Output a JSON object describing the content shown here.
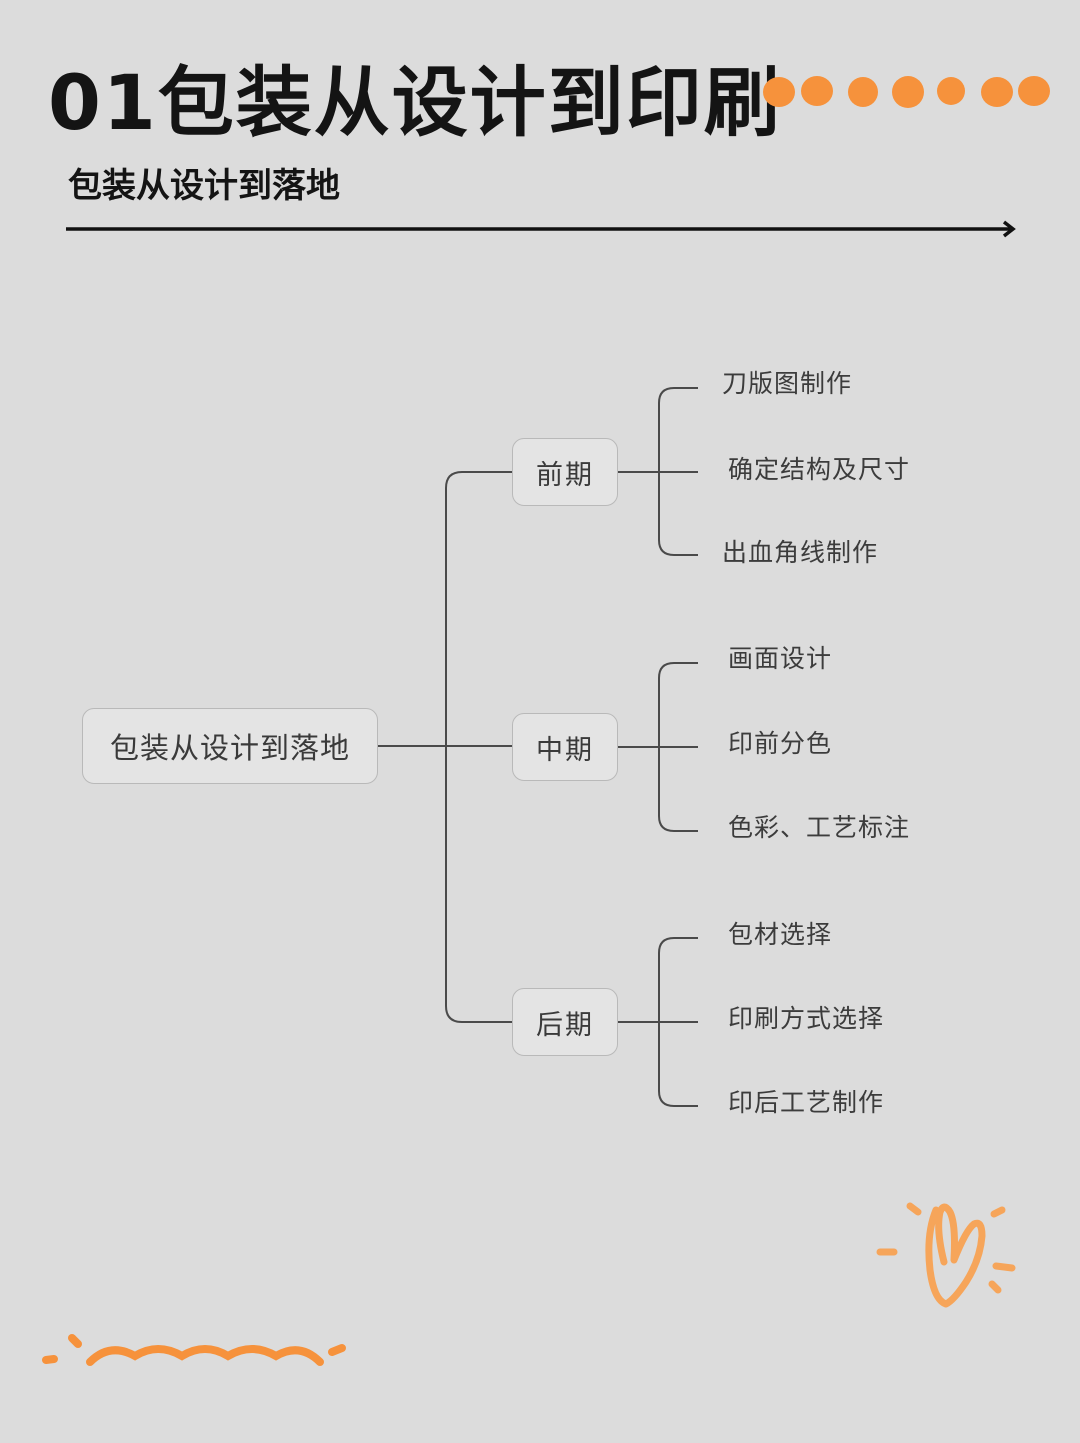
{
  "header": {
    "title": "01包装从设计到印刷",
    "subtitle": "包装从设计到落地"
  },
  "colors": {
    "background": "#dcdcdc",
    "accent_orange": "#f6923c",
    "line": "#4a4a4a",
    "node_fill": "#e4e4e4",
    "node_border": "#b9b9b9"
  },
  "decorations": {
    "title_dots_count": 7,
    "title_dots_icon": "orange-dots",
    "arrow_icon": "right-arrow",
    "heart_icon": "hand-drawn-heart",
    "squiggle_icon": "hand-drawn-wave"
  },
  "mindmap": {
    "root": "包装从设计到落地",
    "branches": [
      {
        "label": "前期",
        "children": [
          "刀版图制作",
          "确定结构及尺寸",
          "出血角线制作"
        ]
      },
      {
        "label": "中期",
        "children": [
          "画面设计",
          "印前分色",
          "色彩、工艺标注"
        ]
      },
      {
        "label": "后期",
        "children": [
          "包材选择",
          "印刷方式选择",
          "印后工艺制作"
        ]
      }
    ]
  }
}
